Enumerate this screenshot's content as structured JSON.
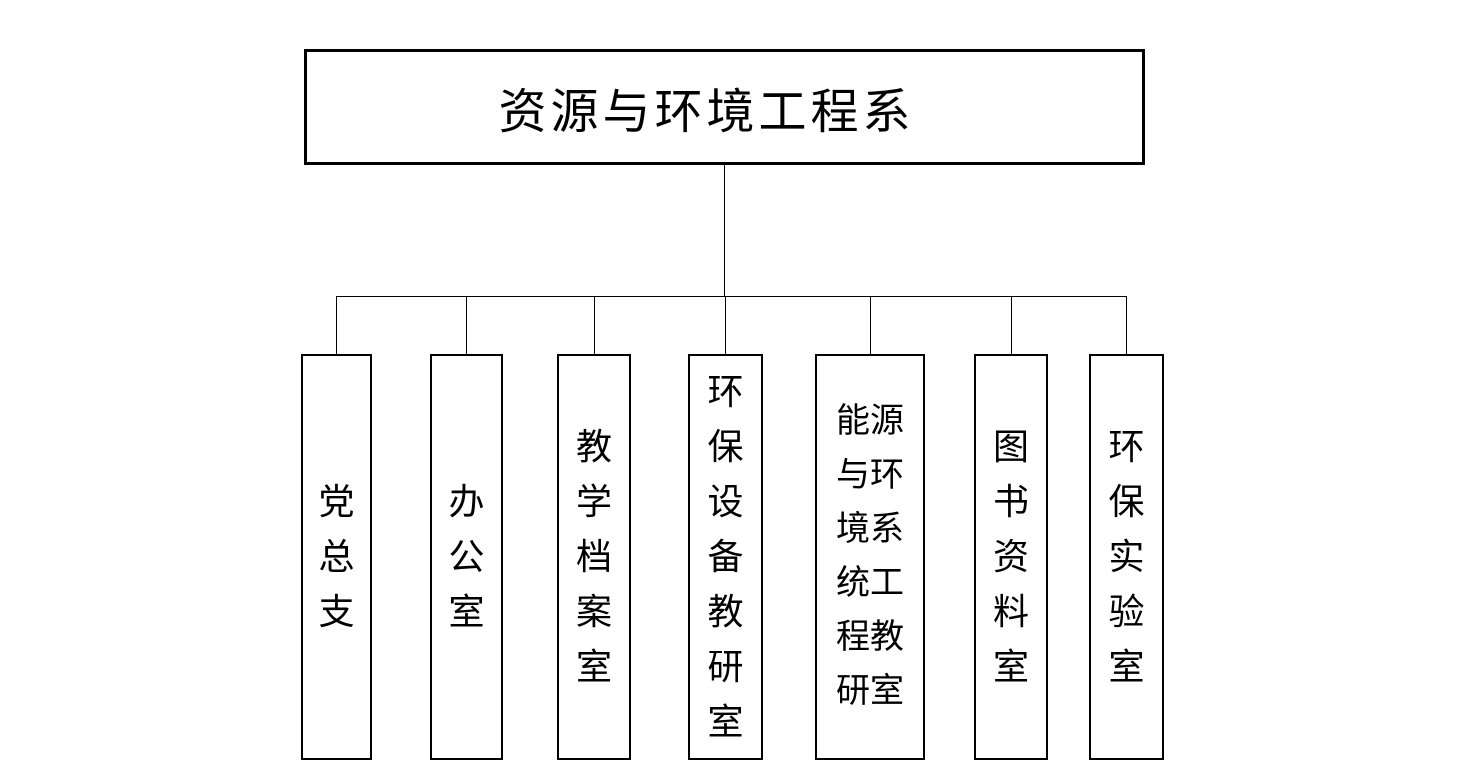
{
  "chart": {
    "type": "org-chart",
    "root": {
      "label": "资源与环境工程系"
    },
    "departments": [
      {
        "label": "党总支"
      },
      {
        "label": "办公室"
      },
      {
        "label": "教学档案室"
      },
      {
        "label": "环保设备教研室"
      },
      {
        "label": "能源与环境系统工程教研室"
      },
      {
        "label": "图书资料室"
      },
      {
        "label": "环保实验室"
      }
    ],
    "colors": {
      "line": "#000000",
      "background": "#ffffff",
      "text": "#000000"
    }
  }
}
